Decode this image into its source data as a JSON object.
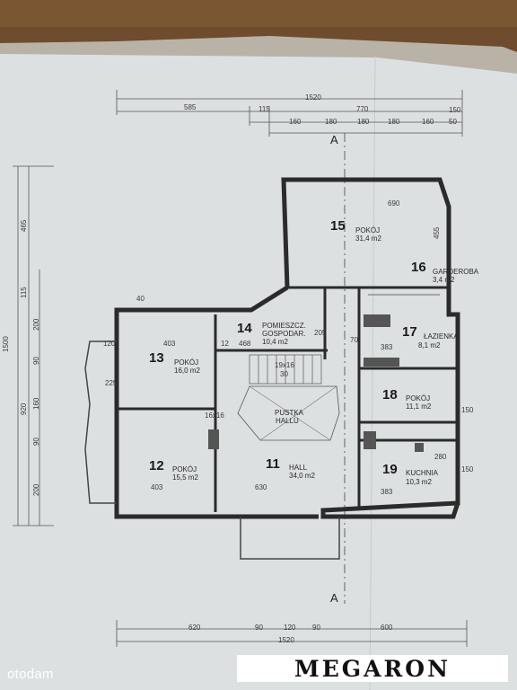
{
  "image": {
    "description_visible_scene": "photo of floor plan drawing",
    "watermark_text": "otodam",
    "logo_text": "MEGARON",
    "section_marker": "A"
  },
  "dimensions": {
    "top": [
      "1520",
      "585",
      "115",
      "770",
      "160",
      "180",
      "180",
      "180",
      "160",
      "150",
      "50"
    ],
    "left": [
      "465",
      "115",
      "1500",
      "200",
      "920",
      "90",
      "160",
      "90",
      "200"
    ],
    "bottom": [
      "620",
      "90",
      "120",
      "90",
      "600",
      "1520"
    ],
    "inner": [
      "690",
      "455",
      "403",
      "468",
      "403",
      "630",
      "383",
      "383",
      "225",
      "205",
      "150",
      "120",
      "40",
      "12",
      "16x16",
      "19x16",
      "30",
      "70",
      "280",
      "150"
    ]
  },
  "rooms": [
    {
      "number": "15",
      "name": "POKÓJ",
      "area": "31,4 m2"
    },
    {
      "number": "16",
      "name": "GARDEROBA",
      "area": "3,4 m2"
    },
    {
      "number": "14",
      "name": "POMIESZCZ. GOSPODAR.",
      "area": "10,4 m2"
    },
    {
      "number": "17",
      "name": "ŁAZIENKA",
      "area": "8,1 m2"
    },
    {
      "number": "13",
      "name": "POKÓJ",
      "area": "16,0 m2"
    },
    {
      "number": "18",
      "name": "POKÓJ",
      "area": "11,1 m2"
    },
    {
      "number": "12",
      "name": "POKÓJ",
      "area": "15,5 m2"
    },
    {
      "number": "11",
      "name": "HALL",
      "area": "34,0 m2"
    },
    {
      "number": "19",
      "name": "KUCHNIA",
      "area": "10,3 m2"
    }
  ],
  "void_label": {
    "line1": "PUSTKA",
    "line2": "HALLU"
  },
  "colors": {
    "wood": "#6b4a2c",
    "paper": "#dcdfe0",
    "wall": "#2b2b2b",
    "logo_bg": "#ffffff"
  }
}
